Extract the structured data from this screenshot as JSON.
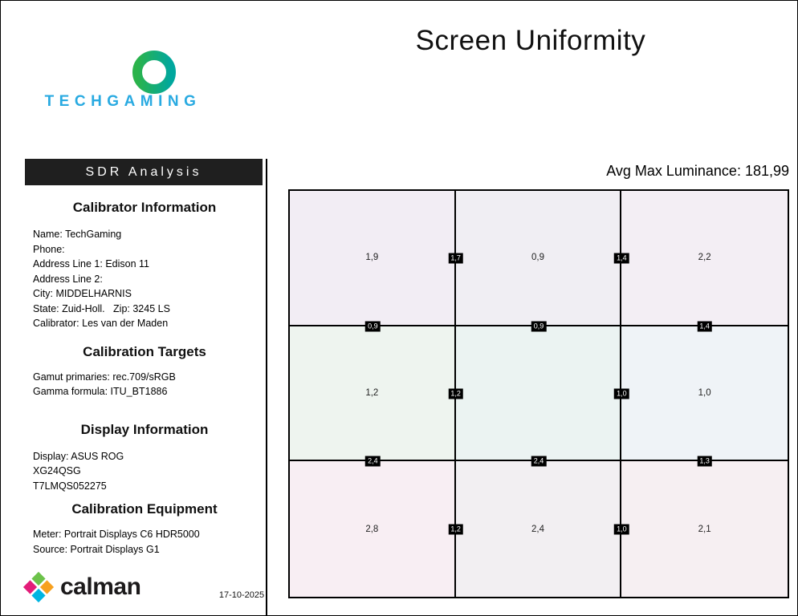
{
  "page": {
    "title": "Screen Uniformity",
    "date": "17-10-2025"
  },
  "brand": {
    "techgaming": "TECHGAMING",
    "calman": "calman",
    "techgaming_blue": "#29aae1",
    "techgaming_green": "#2bb34b",
    "techgaming_teal": "#00a79e"
  },
  "sidebar": {
    "header": "SDR Analysis",
    "sections": [
      {
        "heading": "Calibrator Information",
        "lines": [
          "Name: TechGaming",
          "Phone:",
          "Address Line 1: Edison 11",
          "Address Line 2:",
          "City: MIDDELHARNIS",
          "State: Zuid-Holl.   Zip: 3245 LS",
          "Calibrator: Les van der Maden"
        ]
      },
      {
        "heading": "Calibration Targets",
        "lines": [
          "Gamut primaries: rec.709/sRGB",
          "Gamma formula: ITU_BT1886"
        ]
      },
      {
        "heading": "Display Information",
        "lines": [
          "Display: ASUS ROG",
          "XG24QSG",
          "T7LMQS052275"
        ]
      },
      {
        "heading": "Calibration Equipment",
        "lines": [
          "Meter: Portrait Displays C6 HDR5000",
          "Source: Portrait Displays G1"
        ]
      }
    ]
  },
  "chart": {
    "header_label": "Avg Max Luminance: 181,99"
  },
  "chart_data": {
    "type": "heatmap",
    "title": "Screen Uniformity",
    "avg_max_luminance": "181,99",
    "grid": "3x3",
    "cell_values": [
      [
        "1,9",
        "0,9",
        "2,2"
      ],
      [
        "1,2",
        "",
        "1,0"
      ],
      [
        "2,8",
        "2,4",
        "2,1"
      ]
    ],
    "vertical_edge_values": [
      [
        "1,7",
        "1,4"
      ],
      [
        "1,2",
        "1,0"
      ],
      [
        "1,2",
        "1,0"
      ]
    ],
    "horizontal_edge_values": [
      [
        "0,9",
        "0,9",
        "1,4"
      ],
      [
        "2,4",
        "2,4",
        "1,3"
      ]
    ],
    "cell_colors": [
      [
        "#f2edf4",
        "#f0eef3",
        "#f3eef4"
      ],
      [
        "#eef4ef",
        "#ebf3f2",
        "#eff3f7"
      ],
      [
        "#f8eef3",
        "#f2eff2",
        "#f6eff2"
      ]
    ]
  }
}
